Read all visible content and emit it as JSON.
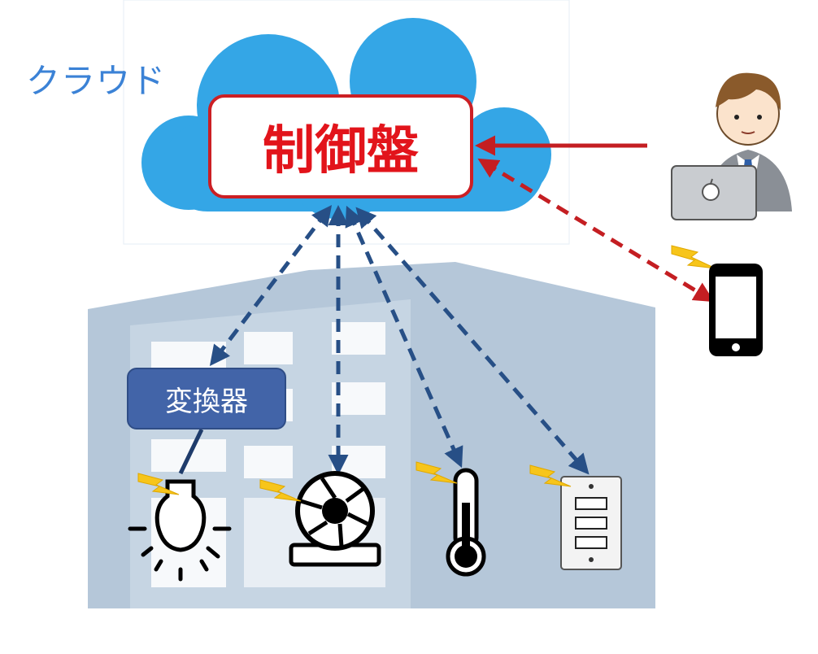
{
  "labels": {
    "cloud": "クラウド",
    "control_panel": "制御盤",
    "converter": "変換器"
  },
  "colors": {
    "cloud_label": "#3b82d6",
    "cloud": "#34a6e6",
    "panel_border": "#cc1f24",
    "panel_text": "#e2141b",
    "red_arrow": "#c41e22",
    "blue_arrow": "#274f86",
    "building": "#b5c7d9",
    "converter_fill": "#4264a8",
    "bolt": "#f7c51a"
  },
  "icons": [
    "cloud-icon",
    "person-with-laptop-icon",
    "smartphone-icon",
    "light-bulb-icon",
    "fan-icon",
    "thermometer-icon",
    "switch-panel-icon",
    "lightning-bolt-icon",
    "building-icon"
  ]
}
